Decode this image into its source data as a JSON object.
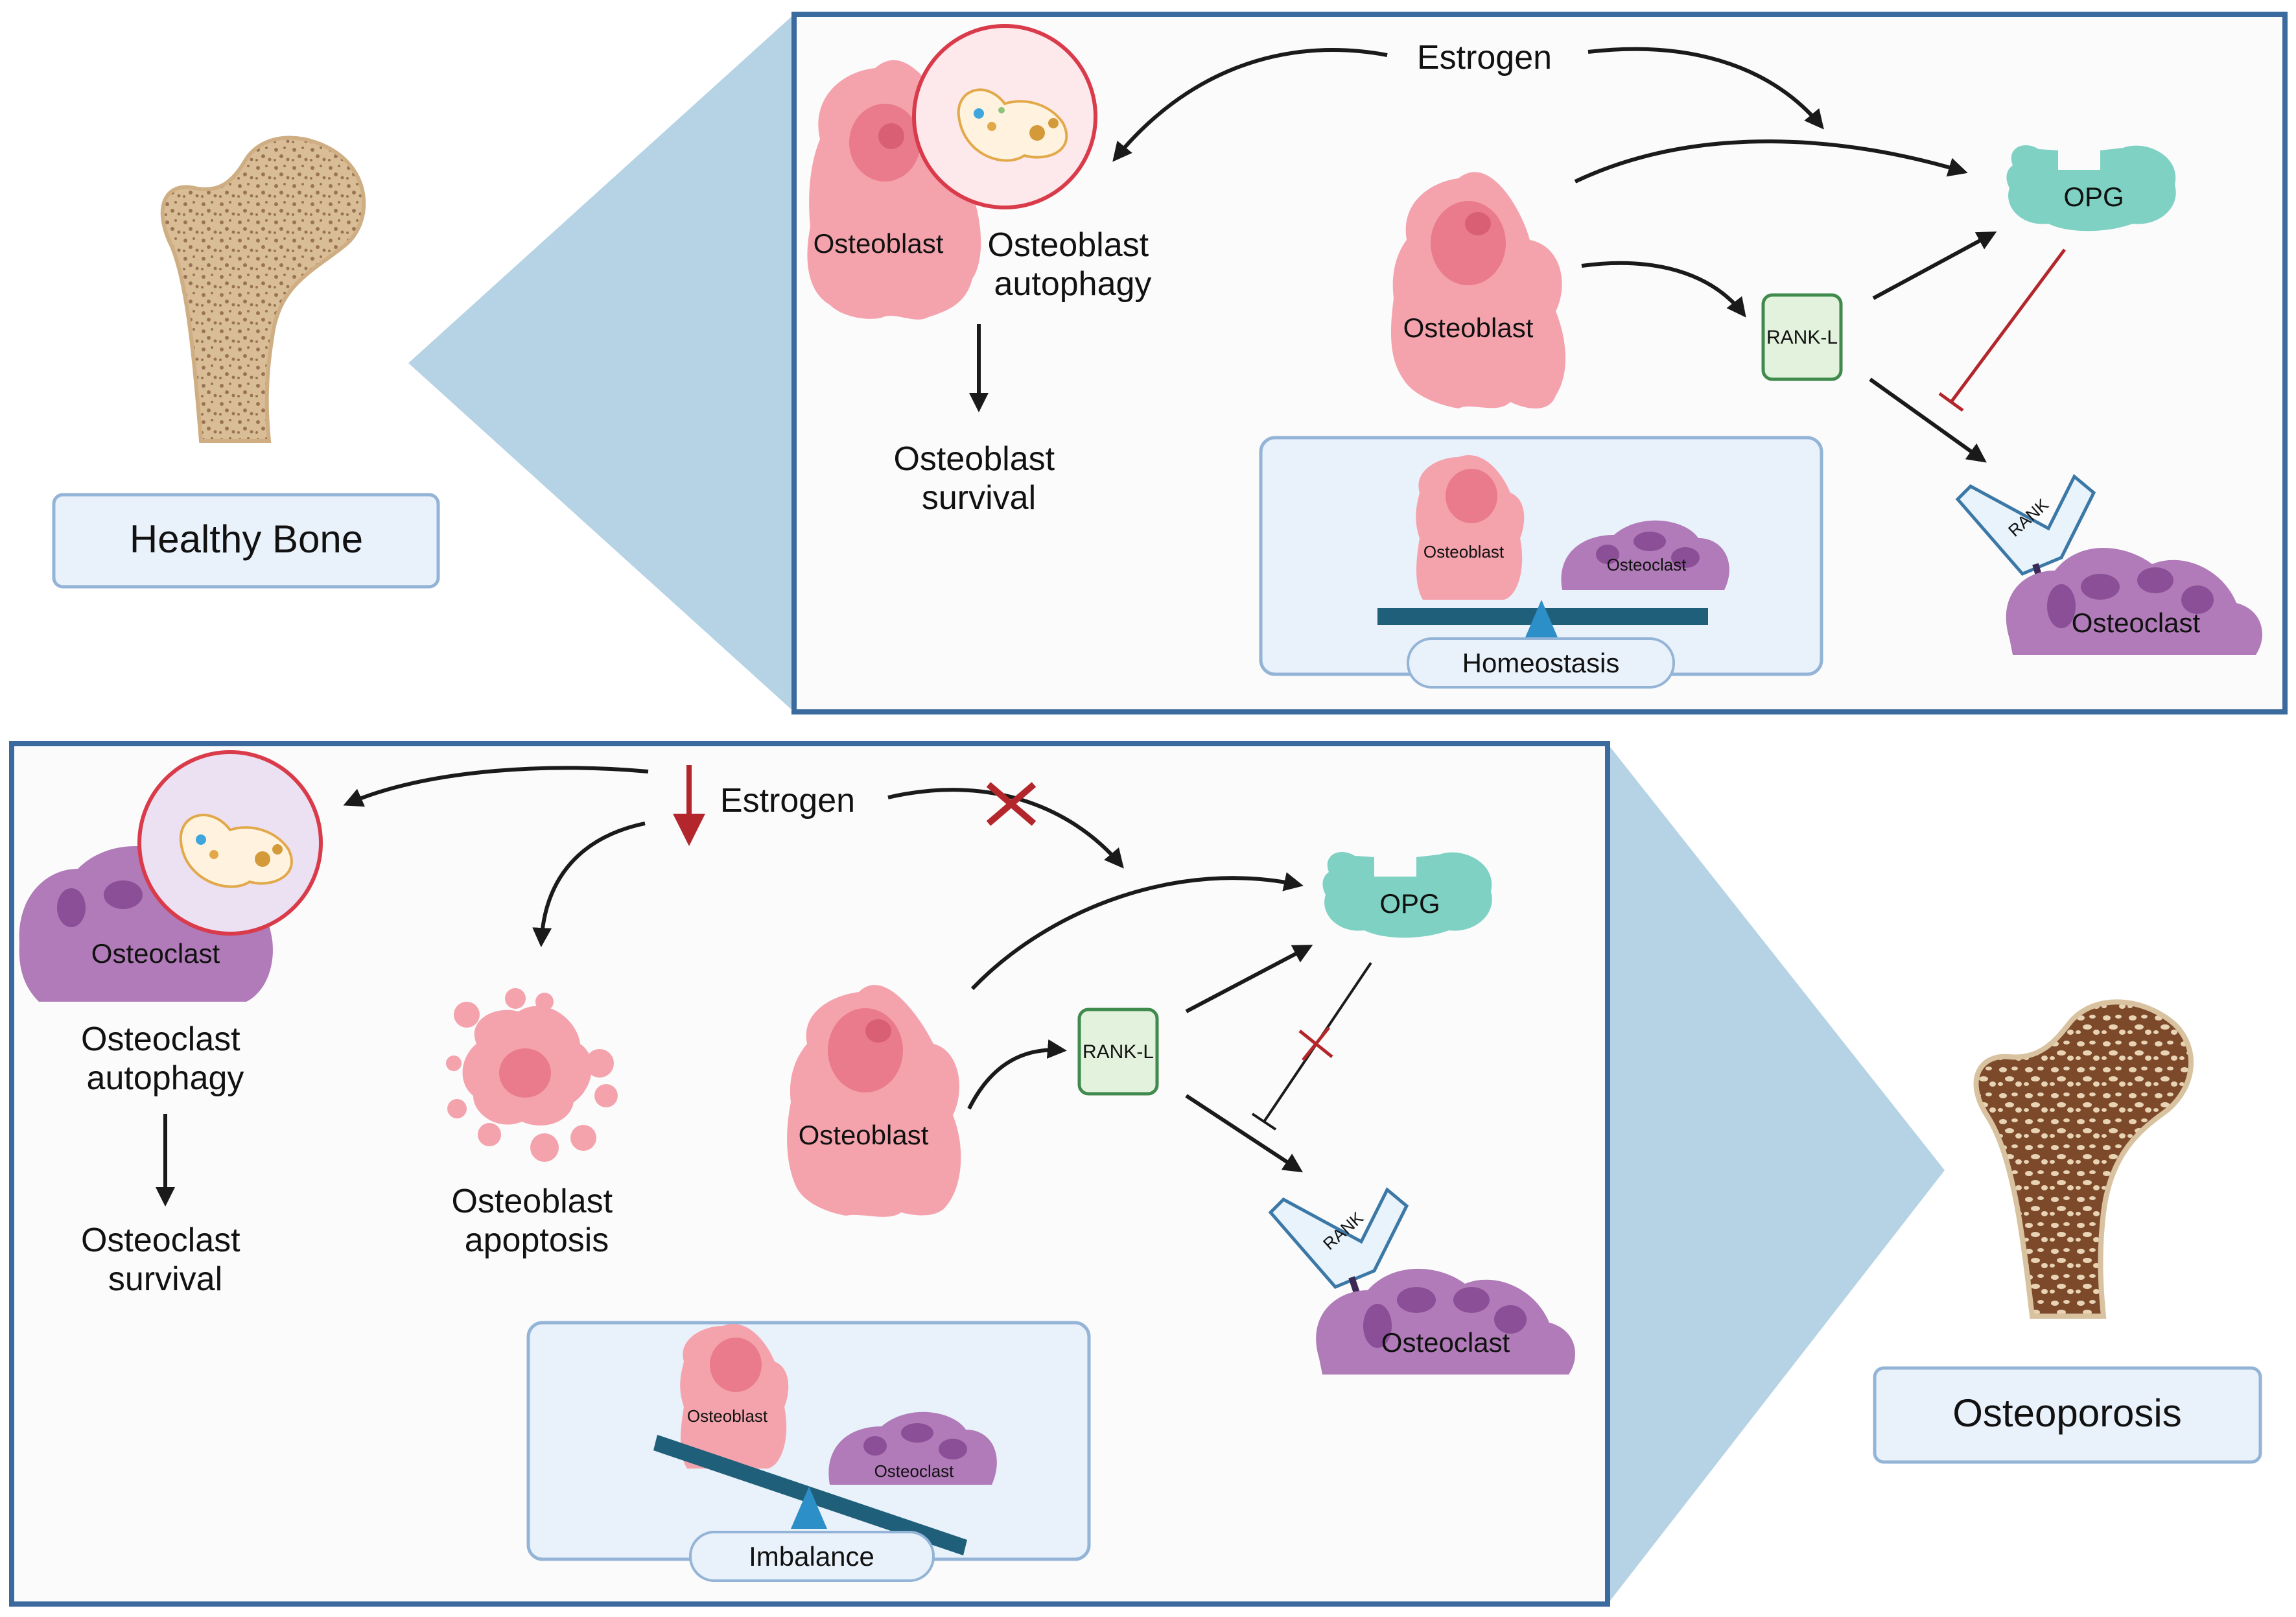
{
  "colors": {
    "panel_border": "#3b6a9e",
    "panel_fill": "#fbfbfc",
    "wedge": "#b6d3e6",
    "label_box_fill": "#e9f1fa",
    "label_box_border": "#93b4d6",
    "osteoblast": "#f4a3ad",
    "osteoblast_nucleus": "#e97b8c",
    "osteoclast": "#b07bb8",
    "osteoclast_nucleus": "#8a4f96",
    "opg": "#7ed1c3",
    "rankl_fill": "#e3f2dc",
    "rankl_border": "#3f8a4c",
    "rank_fill": "#e8f3fb",
    "rank_border": "#3c78a6",
    "inhibit_red": "#b3262b",
    "seesaw": "#1f5f7a",
    "fulcrum": "#2d8fc7",
    "bone_healthy": "#d9bd96",
    "bone_porous": "#8d5a36"
  },
  "left_labels": {
    "healthy_bone": "Healthy Bone",
    "osteoporosis": "Osteoporosis"
  },
  "top_panel": {
    "estrogen": "Estrogen",
    "osteoblast_left": "Osteoblast",
    "autophagy": "Osteoblast\nautophagy",
    "survival": "Osteoblast\nsurvival",
    "osteoblast_center": "Osteoblast",
    "rankl": "RANK-L",
    "opg": "OPG",
    "rank": "RANK",
    "osteoclast": "Osteoclast",
    "balance": {
      "osteoblast": "Osteoblast",
      "osteoclast": "Osteoclast",
      "label": "Homeostasis"
    }
  },
  "bottom_panel": {
    "estrogen": "Estrogen",
    "osteoclast_left": "Osteoclast",
    "autophagy": "Osteoclast\nautophagy",
    "survival": "Osteoclast\nsurvival",
    "apoptosis": "Osteoblast\napoptosis",
    "osteoblast_center": "Osteoblast",
    "rankl": "RANK-L",
    "opg": "OPG",
    "rank": "RANK",
    "osteoclast": "Osteoclast",
    "balance": {
      "osteoblast": "Osteoblast",
      "osteoclast": "Osteoclast",
      "label": "Imbalance"
    }
  }
}
